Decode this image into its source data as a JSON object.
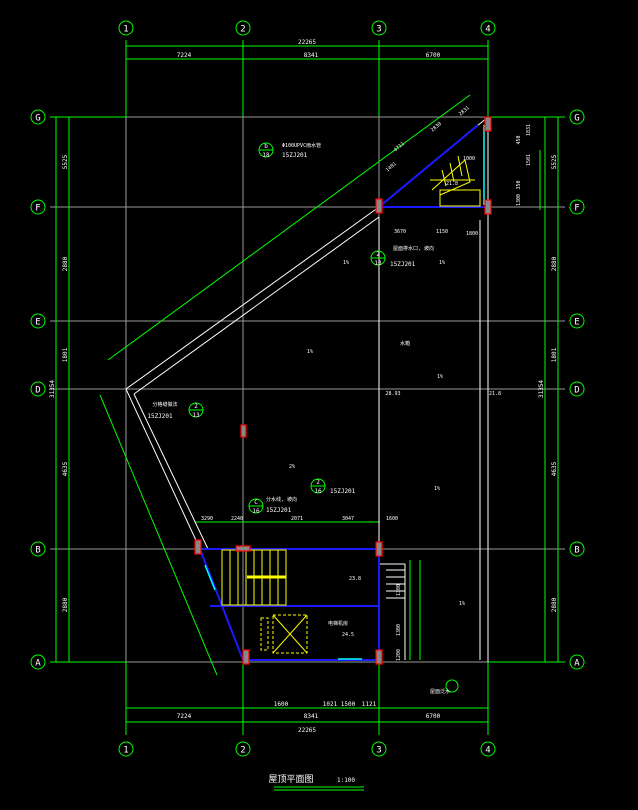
{
  "grid_columns": [
    "1",
    "2",
    "3",
    "4"
  ],
  "grid_rows": [
    "G",
    "F",
    "E",
    "D",
    "B",
    "A"
  ],
  "dims_top": {
    "total": "22265",
    "spans": [
      "7224",
      "8341",
      "6700"
    ]
  },
  "dims_bottom": {
    "total": "22265",
    "spans": [
      "7224",
      "8341",
      "6700"
    ],
    "detail": [
      "1600",
      "1021",
      "1500",
      "1121"
    ]
  },
  "dims_left": {
    "total": "31354",
    "spans": [
      "5525",
      "2880",
      "1801",
      "4635",
      "2880"
    ]
  },
  "dims_right": {
    "total": "31354",
    "spans": [
      "5525",
      "2880",
      "1801",
      "4635",
      "2880"
    ],
    "detail": [
      "1831",
      "450",
      "1501",
      "350",
      "1300",
      "1300",
      "1300",
      "1200"
    ]
  },
  "dims_stair_b": [
    "3290",
    "2240",
    "2071",
    "3047",
    "1600"
  ],
  "dims_top_stair": [
    "4711",
    "2830",
    "2831",
    "1401",
    "1000",
    "3670",
    "1150",
    "1800"
  ],
  "annotations": {
    "ref_2_13": {
      "top": "2",
      "bottom": "13",
      "code": "15ZJ201"
    },
    "ref_c_16": {
      "top": "C",
      "bottom": "16",
      "code": "15ZJ201",
      "note": "分水线, 坡向"
    },
    "ref_2_16": {
      "top": "2",
      "bottom": "16",
      "code": "15ZJ201",
      "note": "屋面排水口, 坡向"
    },
    "ref_b_18": {
      "top": "b",
      "bottom": "18",
      "code": "15ZJ201",
      "note": "Φ100UPVC雨水管"
    },
    "ref_a_15": {
      "note": "屋面泛水"
    },
    "ref_left_13": {
      "top": "2",
      "bottom": "13",
      "code": "15ZJ201",
      "note": "分格缝做法"
    }
  },
  "elevations": [
    "23.8",
    "24.5",
    "21.8",
    "28.93",
    "21.8"
  ],
  "slopes": [
    "1%",
    "1%",
    "1%",
    "1%",
    "1%",
    "1%",
    "2%"
  ],
  "room_labels": [
    "电梯机房",
    "水箱"
  ],
  "title": {
    "text": "屋顶平面图",
    "scale": "1:100"
  }
}
